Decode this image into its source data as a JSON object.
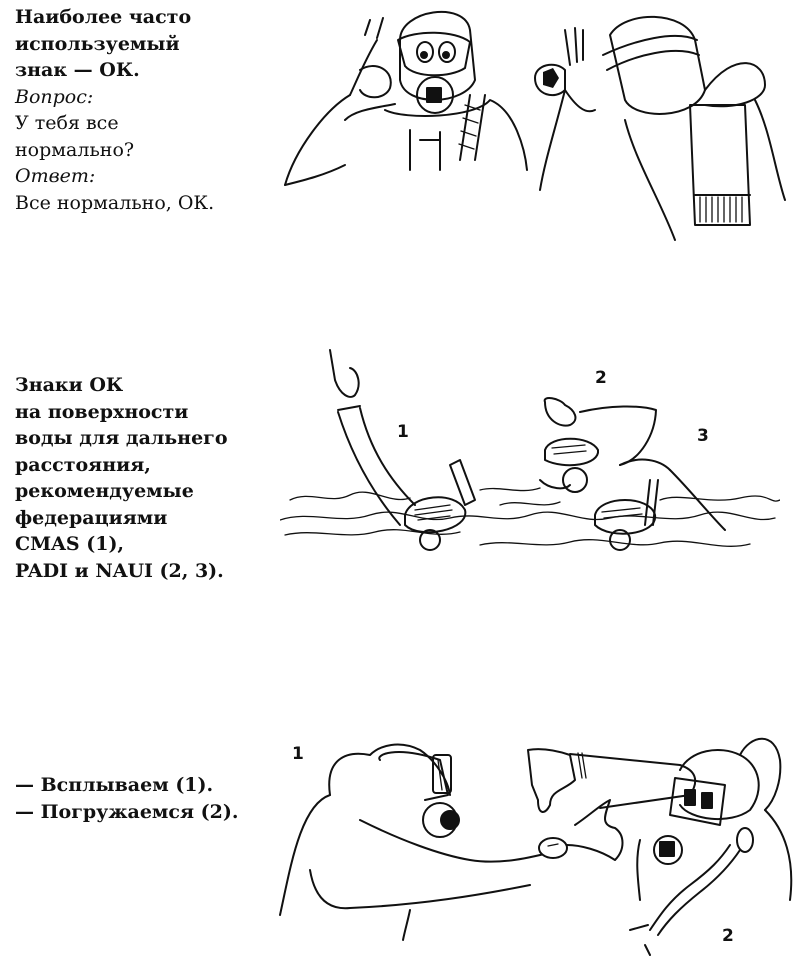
{
  "section1": {
    "title_lines": [
      "Наиболее часто",
      "используемый",
      "знак — ОК."
    ],
    "question_label": "Вопрос:",
    "question_lines": [
      "У тебя все",
      "нормально?"
    ],
    "answer_label": "Ответ:",
    "answer_text": "Все нормально, ОК."
  },
  "section2": {
    "lines": [
      "Знаки ОК",
      "на поверхности",
      "воды для дальнего",
      "расстояния,",
      "рекомендуемые",
      "федерациями",
      "CMAS (1),",
      "PADI и NAUI (2, 3)."
    ],
    "figure_labels": [
      "1",
      "2",
      "3"
    ]
  },
  "section3": {
    "lines": [
      "— Всплываем (1).",
      "— Погружаемся (2)."
    ],
    "figure_labels": [
      "1",
      "2"
    ]
  },
  "figures": {
    "fig1": "diver-ok-sign-front-and-back-illustration",
    "fig2": "surface-ok-signs-illustration",
    "fig3": "ascend-descend-signs-illustration"
  }
}
